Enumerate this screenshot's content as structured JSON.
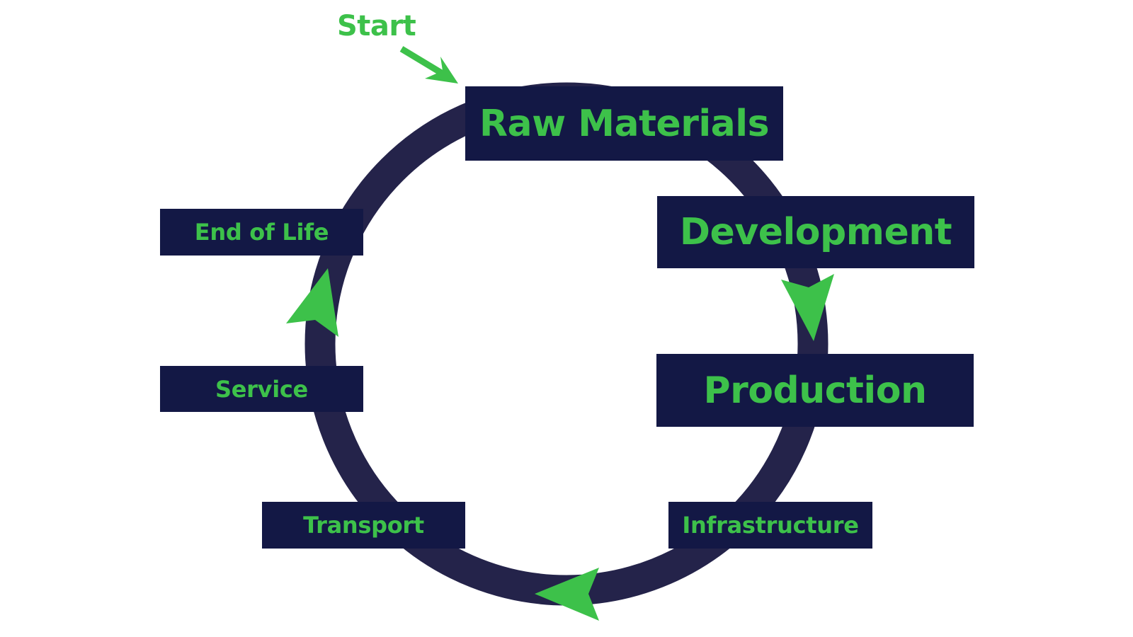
{
  "diagram": {
    "title": "Product Lifecycle",
    "start_label": "Start",
    "colors": {
      "background": "#ffffff",
      "box_fill": "#131845",
      "ring": "#24234a",
      "accent_green": "#3dc14a"
    },
    "stages": [
      {
        "id": "raw-materials",
        "label": "Raw Materials",
        "emphasis": "primary"
      },
      {
        "id": "development",
        "label": "Development",
        "emphasis": "primary"
      },
      {
        "id": "production",
        "label": "Production",
        "emphasis": "primary"
      },
      {
        "id": "infrastructure",
        "label": "Infrastructure",
        "emphasis": "secondary"
      },
      {
        "id": "transport",
        "label": "Transport",
        "emphasis": "secondary"
      },
      {
        "id": "service",
        "label": "Service",
        "emphasis": "secondary"
      },
      {
        "id": "end-of-life",
        "label": "End of Life",
        "emphasis": "secondary"
      }
    ],
    "flow_direction": "clockwise",
    "flow_arrows": [
      "development-to-production",
      "infrastructure-to-transport",
      "service-to-end-of-life"
    ]
  }
}
